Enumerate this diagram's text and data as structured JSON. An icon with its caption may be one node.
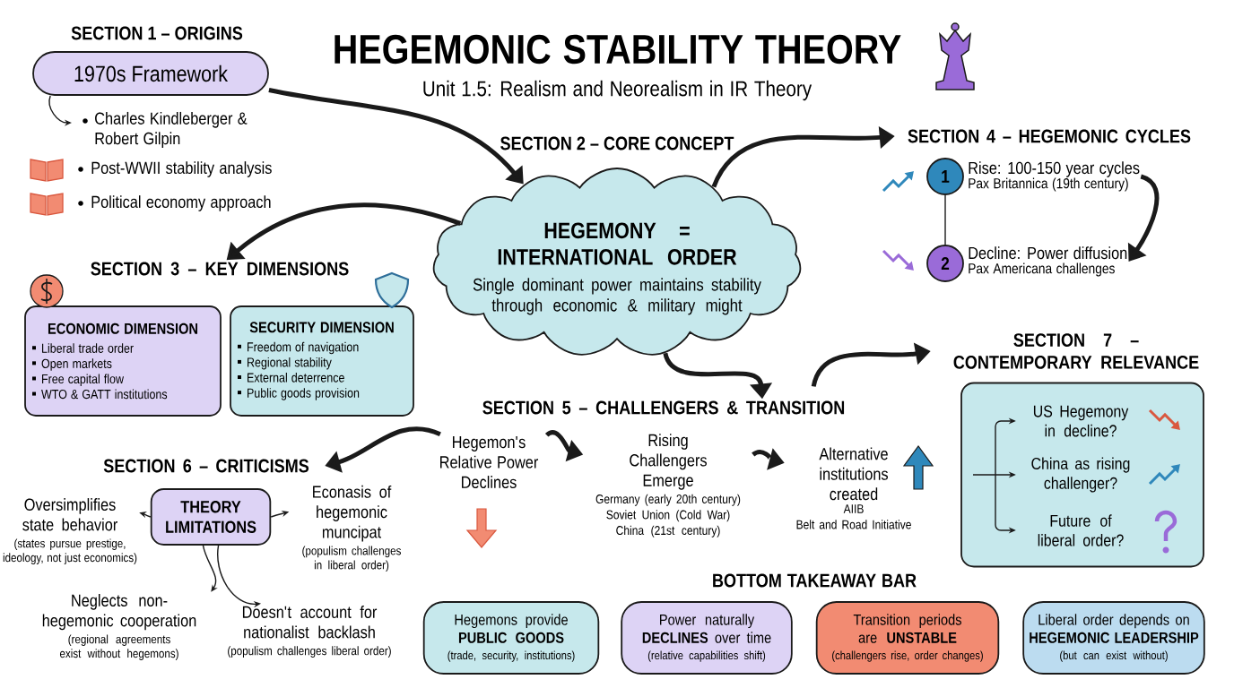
{
  "diagram": {
    "title": "HEGEMONIC STABILITY THEORY",
    "nodes": [
      {
        "text": [
          "SECTION 1 – ORIGINS",
          "1970s Framework"
        ]
      },
      {
        "text": [
          "Charles Kindleberger & Robert Gilpin"
        ]
      },
      {
        "text": [
          "SECTION 2 – CORE CONCEPT",
          "HEGEMONY = INTERNATIONAL ORDER",
          "Single dominant power maintains stability through economic & military might"
        ]
      },
      {
        "text": [
          "SECTION 3 – KEY DIMENSIONS"
        ]
      },
      {
        "text": [
          "ECONOMIC DIMENSION",
          "Liberal trade order",
          "Open markets",
          "Free capital flow",
          "WTO & GATT institutions"
        ]
      },
      {
        "text": [
          "SECURITY DIMENSION",
          "Freedom of navigation",
          "Regional stability",
          "External deterrence",
          "Public goods provision"
        ]
      },
      {
        "text": [
          "SECTION 4 – HEGEMONIC CYCLES"
        ]
      },
      {
        "text": [
          "1"
        ],
        "beside": [
          "Rise: 100-150 year cycles",
          "Pax Britannica (19th century)"
        ]
      },
      {
        "text": [
          "2"
        ],
        "beside": [
          "Decline: Power diffusion",
          "Pax Americana challenges"
        ]
      },
      {
        "text": [
          "SECTION 5 – CHALLENGERS & TRANSITION"
        ]
      },
      {
        "text": [
          "Hegemon's Relative Power Declines"
        ]
      },
      {
        "text": [
          "Rising Challengers Emerge",
          "Germany (early 20th century)",
          "Soviet Union (Cold War)",
          "China (21st century)"
        ]
      },
      {
        "text": [
          "Alternative institutions created",
          "AIIB",
          "Belt and Road Initiative"
        ]
      },
      {
        "text": [
          "SECTION 6 – CRITICISMS"
        ]
      },
      {
        "text": [
          "THEORY LIMITATIONS"
        ]
      },
      {
        "text": [
          "Oversimplifies state behavior",
          "(states pursue prestige, ideology, not just economics)"
        ]
      },
      {
        "text": [
          "Econasis of hegemonic muncipat",
          "(populism challenges in liberal order)"
        ]
      },
      {
        "text": [
          "Neglects non-hegemonic cooperation",
          "(regional agreements exist without hegemons)"
        ]
      },
      {
        "text": [
          "Doesn't account for nationalist backlash",
          "(populism challenges liberal order)"
        ]
      },
      {
        "text": [
          "SECTION 7 – CONTEMPORARY RELEVANCE"
        ]
      },
      {
        "text": [],
        "shape": "box"
      },
      {
        "text": [
          "US Hegemony in decline?"
        ],
        "in": 20
      },
      {
        "text": [
          "China as rising challenger?"
        ],
        "in": 20
      },
      {
        "text": [
          "Future of liberal order?"
        ],
        "in": 20
      },
      {
        "text": [
          "Hegemons provide **PUBLIC GOODS**",
          "(trade, security, institutions)"
        ]
      },
      {
        "text": [
          "Power naturally **DECLINES** over time",
          "(relative capabilities shift)"
        ]
      },
      {
        "text": [
          "Transition periods are **UNSTABLE**",
          "(challengers rise, order changes)"
        ]
      },
      {
        "text": [
          "Liberal order depends on **HEGEMONIC LEADERSHIP**",
          "(but can exist without)"
        ]
      }
    ],
    "edges": [
      {
        "from": 0,
        "to": 1,
        "arrow": "to"
      },
      {
        "from": 0,
        "to": 2,
        "arrow": "to",
        "style": "thick"
      },
      {
        "from": 2,
        "to": 3,
        "arrow": "to",
        "style": "thick"
      },
      {
        "from": 2,
        "to": 6,
        "arrow": "to",
        "style": "thick"
      },
      {
        "from": 7,
        "to": 8,
        "arrow": "none"
      },
      {
        "from": 7,
        "to": 8,
        "arrow": "to",
        "style": "thick"
      },
      {
        "from": 2,
        "to": 9,
        "arrow": "to",
        "style": "thick"
      },
      {
        "from": 10,
        "to": 11,
        "arrow": "to",
        "style": "thick"
      },
      {
        "from": 11,
        "to": 12,
        "arrow": "to",
        "style": "thick"
      },
      {
        "from": 10,
        "to": 13,
        "arrow": "to",
        "style": "thick"
      },
      {
        "from": 9,
        "to": 19,
        "arrow": "to",
        "style": "thick"
      },
      {
        "from": 14,
        "to": 15,
        "arrow": "to"
      },
      {
        "from": 14,
        "to": 16,
        "arrow": "to"
      },
      {
        "from": 14,
        "to": 17,
        "arrow": "to"
      },
      {
        "from": 14,
        "to": 18,
        "arrow": "to"
      },
      {
        "from": null,
        "to": 21,
        "arrow": "to"
      },
      {
        "from": null,
        "to": 22,
        "arrow": "to"
      },
      {
        "from": null,
        "to": 23,
        "arrow": "to"
      }
    ],
    "labels": [
      "Unit 1.5: Realism and Neorealism in IR Theory",
      "Post-WWII stability analysis",
      "Political economy approach",
      "BOTTOM TAKEAWAY BAR"
    ]
  }
}
